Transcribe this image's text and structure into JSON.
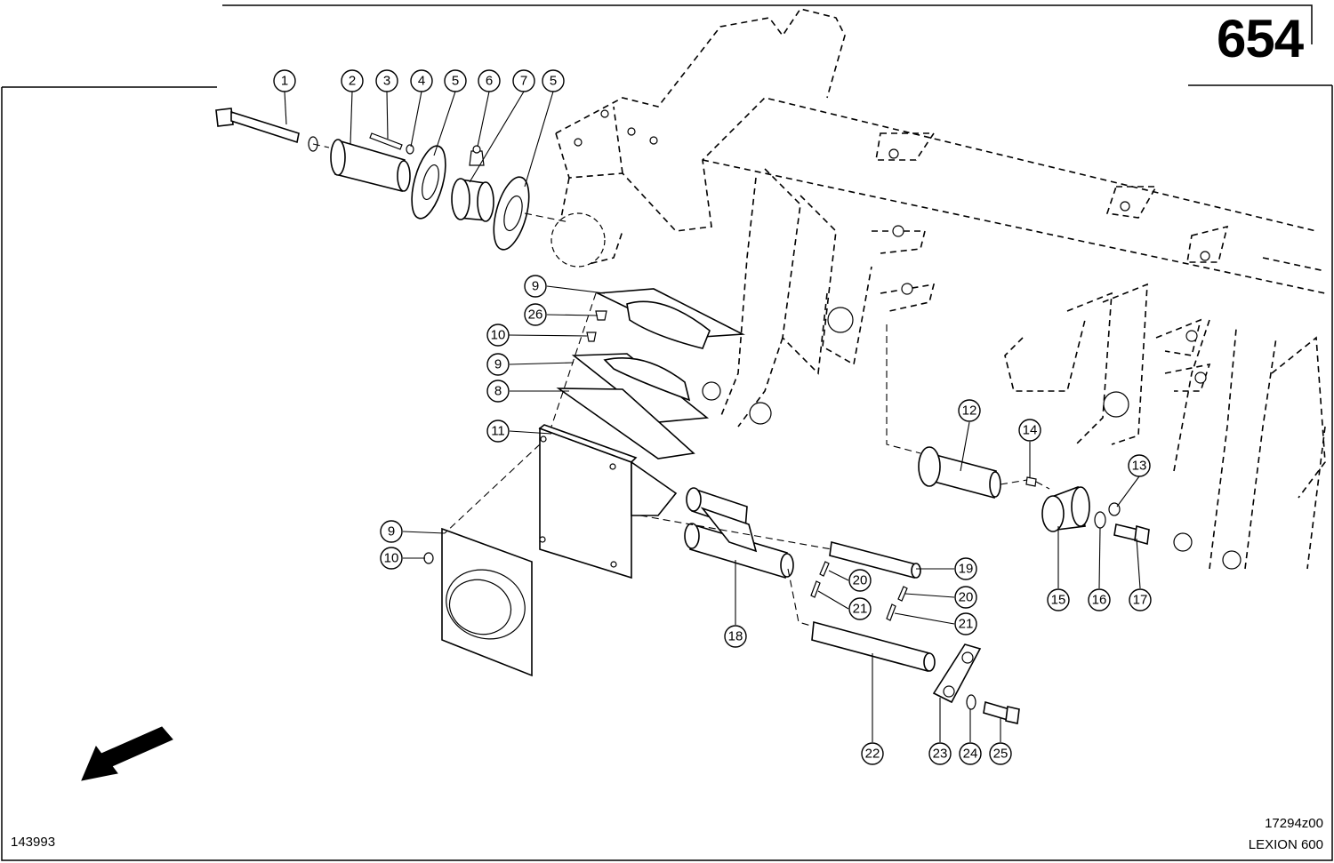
{
  "header": {
    "page_number": "654"
  },
  "footer": {
    "doc_number": "143993",
    "drawing_code": "17294z00",
    "model": "LEXION 600"
  },
  "callouts": [
    {
      "label": "1"
    },
    {
      "label": "2"
    },
    {
      "label": "3"
    },
    {
      "label": "4"
    },
    {
      "label": "5"
    },
    {
      "label": "6"
    },
    {
      "label": "7"
    },
    {
      "label": "5"
    },
    {
      "label": "9"
    },
    {
      "label": "26"
    },
    {
      "label": "10"
    },
    {
      "label": "9"
    },
    {
      "label": "8"
    },
    {
      "label": "11"
    },
    {
      "label": "9"
    },
    {
      "label": "10"
    },
    {
      "label": "12"
    },
    {
      "label": "14"
    },
    {
      "label": "13"
    },
    {
      "label": "15"
    },
    {
      "label": "16"
    },
    {
      "label": "17"
    },
    {
      "label": "18"
    },
    {
      "label": "19"
    },
    {
      "label": "20"
    },
    {
      "label": "21"
    },
    {
      "label": "20"
    },
    {
      "label": "21"
    },
    {
      "label": "22"
    },
    {
      "label": "23"
    },
    {
      "label": "24"
    },
    {
      "label": "25"
    }
  ],
  "icons": {
    "direction_arrow": "arrow-down-left-icon"
  }
}
